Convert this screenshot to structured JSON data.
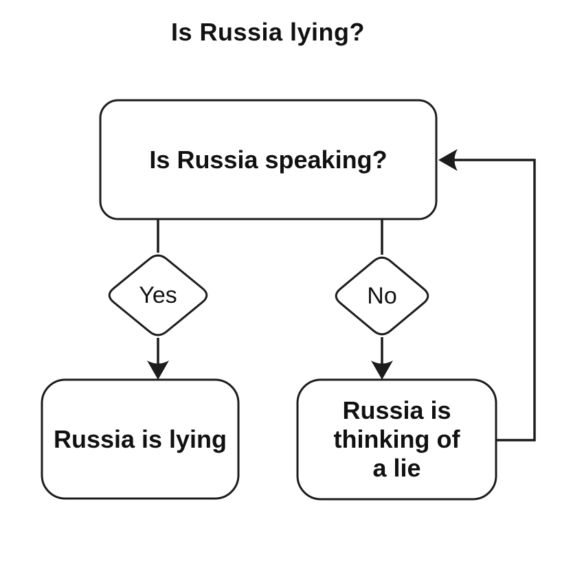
{
  "diagram": {
    "title": "Is Russia lying?",
    "nodes": {
      "question": "Is Russia speaking?",
      "yes_label": "Yes",
      "no_label": "No",
      "result_yes": "Russia is lying",
      "result_no_lines": [
        "Russia is",
        "thinking of",
        "a lie"
      ]
    },
    "colors": {
      "line": "#1c1c1c",
      "text": "#111111",
      "background": "#ffffff"
    }
  }
}
